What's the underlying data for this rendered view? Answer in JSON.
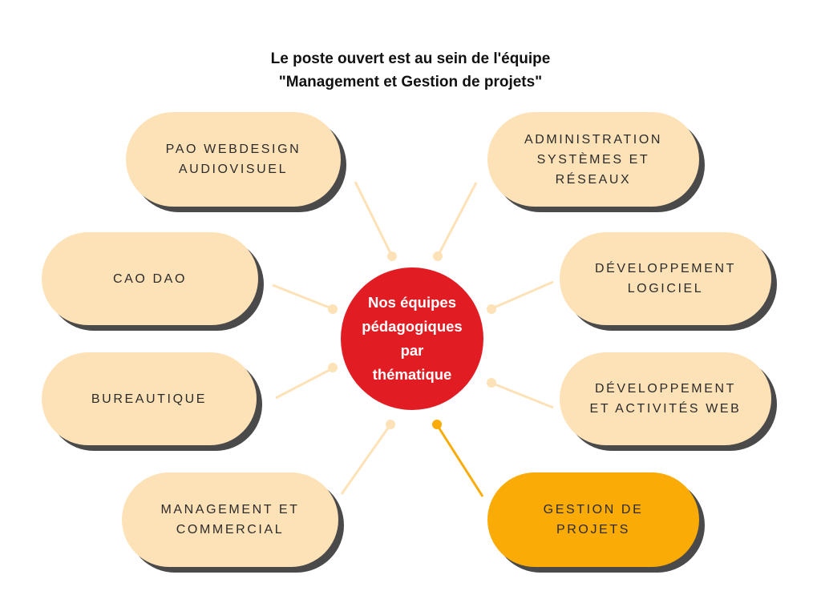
{
  "header": {
    "title_line_1": "Le poste ouvert est au sein de l'équipe",
    "title_line_2": "\"Management et Gestion de projets\""
  },
  "hub": {
    "label": "Nos équipes\npédagogiques\npar\nthématique",
    "color": "#e21c23"
  },
  "teams": [
    {
      "id": "pao",
      "label": "PAO WEBDESIGN\nAUDIOVISUEL",
      "highlighted": false
    },
    {
      "id": "admin",
      "label": "ADMINISTRATION\nSYSTÈMES ET\nRÉSEAUX",
      "highlighted": false
    },
    {
      "id": "cao",
      "label": "CAO DAO",
      "highlighted": false
    },
    {
      "id": "dev-logiciel",
      "label": "DÉVELOPPEMENT\nLOGICIEL",
      "highlighted": false
    },
    {
      "id": "bureautique",
      "label": "BUREAUTIQUE",
      "highlighted": false
    },
    {
      "id": "dev-web",
      "label": "DÉVELOPPEMENT\nET ACTIVITÉS WEB",
      "highlighted": false
    },
    {
      "id": "management",
      "label": "MANAGEMENT ET\nCOMMERCIAL",
      "highlighted": false
    },
    {
      "id": "gestion",
      "label": "GESTION DE\nPROJETS",
      "highlighted": true
    }
  ],
  "colors": {
    "pill": "#fde2b8",
    "pill_highlight": "#fbab05",
    "shadow": "#4a4a4a",
    "connector": "#fde2b8",
    "connector_highlight": "#fbab05"
  }
}
